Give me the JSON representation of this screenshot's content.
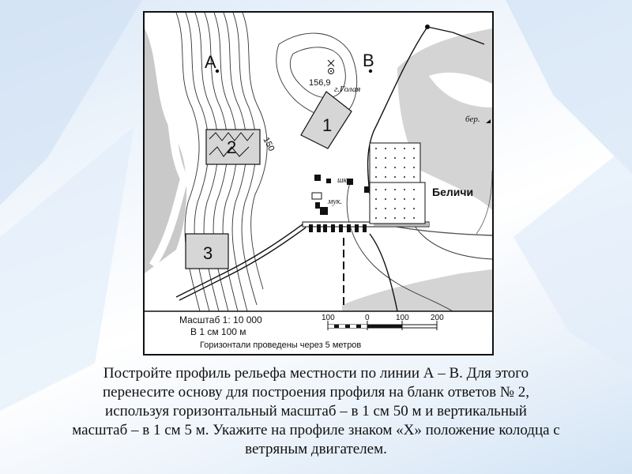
{
  "map": {
    "point_a": "А",
    "point_b": "В",
    "elevation": "156,9",
    "hill_name": "г.Голая",
    "contour_label": "150",
    "area_1": "1",
    "area_2": "2",
    "area_3": "3",
    "bank_label": "бер.",
    "shk_label": "шк",
    "muk_label": "мук.",
    "village": "Беличи",
    "scale_title": "Масштаб   1: 10 000",
    "scale_unit": "В 1 см 100 м",
    "contour_note": "Горизонтали проведены через 5 метров",
    "scale_ticks": [
      "100",
      "0",
      "100",
      "200"
    ]
  },
  "task": {
    "lines": [
      "Постройте профиль рельефа местности по линии А – В. Для этого",
      "перенесите основу для построения профиля на бланк ответов № 2,",
      "используя горизонтальный масштаб – в 1 см 50 м и вертикальный",
      "масштаб – в 1 см 5 м. Укажите на профиле знаком «Х» положение колодца с",
      "ветряным двигателем."
    ]
  }
}
